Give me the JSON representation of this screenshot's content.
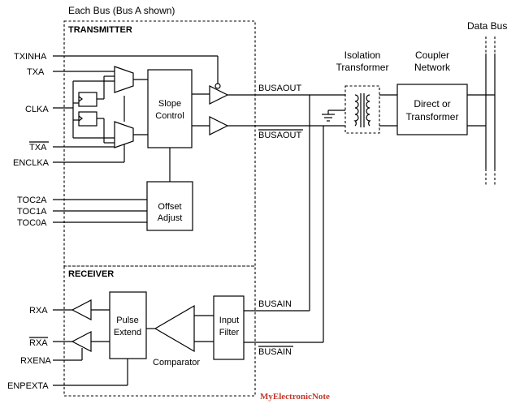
{
  "header": {
    "each_bus": "Each Bus (Bus A shown)",
    "data_bus": "Data Bus"
  },
  "transmitter": {
    "title": "TRANSMITTER",
    "inputs": {
      "txinha": "TXINHA",
      "txa": "TXA",
      "clka": "CLKA",
      "txa_bar": "TXA",
      "enclka": "ENCLKA",
      "toc2a": "TOC2A",
      "toc1a": "TOC1A",
      "toc0a": "TOC0A"
    },
    "slope_control": [
      "Slope",
      "Control"
    ],
    "offset_adjust": [
      "Offset",
      "Adjust"
    ],
    "busaout": "BUSAOUT",
    "busaout_bar": "BUSAOUT"
  },
  "receiver": {
    "title": "RECEIVER",
    "signals": {
      "rxa": "RXA",
      "rxa_bar": "RXA",
      "rxena": "RXENA",
      "enpexta": "ENPEXTA"
    },
    "pulse_extend": [
      "Pulse",
      "Extend"
    ],
    "input_filter": [
      "Input",
      "Filter"
    ],
    "comparator": "Comparator",
    "busain": "BUSAIN",
    "busain_bar": "BUSAIN"
  },
  "isolation_transformer": [
    "Isolation",
    "Transformer"
  ],
  "coupler_network": [
    "Coupler",
    "Network"
  ],
  "direct_or_transformer": [
    "Direct or",
    "Transformer"
  ],
  "watermark": "MyElectronicNote"
}
